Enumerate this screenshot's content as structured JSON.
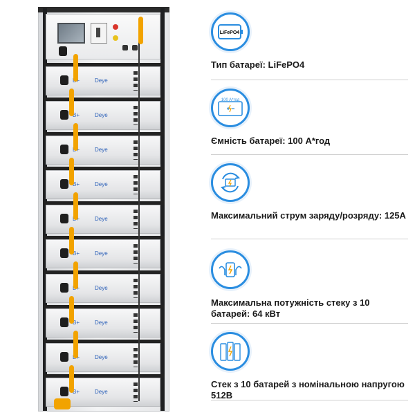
{
  "rack": {
    "brand_label": "Deye",
    "module_terminal_label": "B+",
    "module_count": 10
  },
  "specs": [
    {
      "icon": "lifepo4-icon",
      "icon_text": "LiFePO4",
      "label": "Тип батареї: LiFePO4"
    },
    {
      "icon": "battery-capacity-icon",
      "icon_text": "100 A*год",
      "label": "Ємність батареї: 100 A*год"
    },
    {
      "icon": "charge-cycle-icon",
      "icon_text": "",
      "label": "Максимальний струм заряду/розряду: 125A"
    },
    {
      "icon": "power-hands-icon",
      "icon_text": "",
      "label": "Максимальна потужність стеку з 10 батарей: 64 кВт"
    },
    {
      "icon": "battery-stack-icon",
      "icon_text": "",
      "label": "Стек з 10 батарей з номінальною напругою 512В"
    }
  ],
  "colors": {
    "accent": "#2a8de0",
    "cable": "#f2a300",
    "brand_text": "#2a5fb8"
  }
}
